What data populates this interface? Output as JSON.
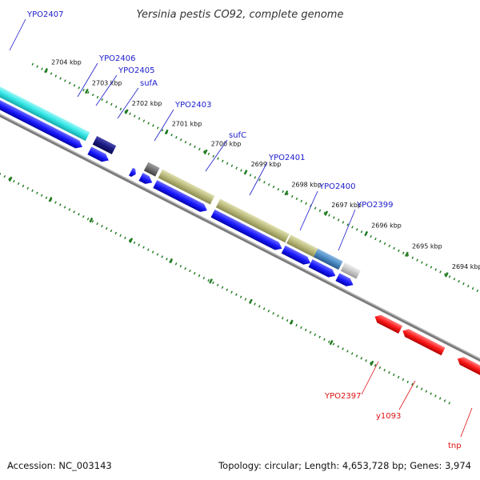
{
  "title": "Yersinia pestis CO92, complete genome",
  "footer": {
    "accession": "Accession: NC_003143",
    "summary": "Topology: circular; Length: 4,653,728 bp; Genes: 3,974"
  },
  "ticks": [
    "2704 kbp",
    "2703 kbp",
    "2702 kbp",
    "2701 kbp",
    "2700 kbp",
    "2699 kbp",
    "2698 kbp",
    "2697 kbp",
    "2696 kbp",
    "2695 kbp",
    "2694 kbp"
  ],
  "colors": {
    "forward_gene": "#1a1aff",
    "reverse_gene": "#ff1a1a",
    "forward_label": "#1a1acc",
    "reverse_label": "#dd1111",
    "ruler_dots": "#1f7a1f",
    "backbone": "#808080"
  },
  "genes_forward": [
    {
      "name": "YPO2407",
      "cog_color": "#33e6e6"
    },
    {
      "name": "YPO2406",
      "cog_color": "#1a1a80"
    },
    {
      "name": "YPO2405",
      "cog_color": null
    },
    {
      "name": "sufA",
      "cog_color": "#707070"
    },
    {
      "name": "YPO2403",
      "cog_color": "#b8b87a"
    },
    {
      "name": "sufC",
      "cog_color": "#b8b87a"
    },
    {
      "name": "YPO2401",
      "cog_color": "#b8b87a"
    },
    {
      "name": "YPO2400",
      "cog_color": "#4a8ac4"
    },
    {
      "name": "YPO2399",
      "cog_color": "#c8c8c8"
    }
  ],
  "genes_reverse": [
    {
      "name": "YPO2397"
    },
    {
      "name": "y1093"
    },
    {
      "name": "tnp"
    }
  ]
}
